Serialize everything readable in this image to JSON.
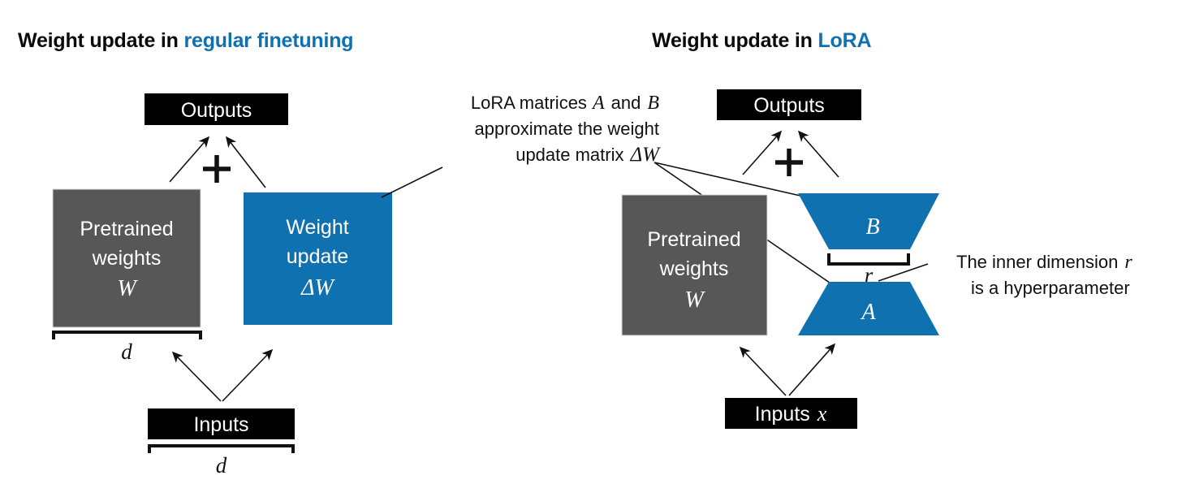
{
  "page": {
    "background": "#ffffff",
    "accent_blue": "#1071b0",
    "gray": "#575757",
    "black": "#000000",
    "white": "#ffffff"
  },
  "left_panel": {
    "title_prefix": "Weight update in ",
    "title_accent": "regular finetuning",
    "outputs_box": {
      "label": "Outputs"
    },
    "operator": "+",
    "pretrained_box": {
      "line1": "Pretrained",
      "line2": "weights",
      "symbol": "W",
      "color": "#575757"
    },
    "update_box": {
      "line1": "Weight",
      "line2": "update",
      "symbol": "ΔW",
      "color": "#1071b0"
    },
    "inputs_box": {
      "label": "Inputs"
    },
    "brace_weights_label": "d",
    "brace_inputs_label": "d"
  },
  "center_annotation": {
    "line1": "LoRA matrices A and B",
    "line2": "approximate the weight",
    "line3": "update matrix ΔW",
    "line1_plain": "LoRA matrices",
    "line1_math_a": "A",
    "line1_and": "and",
    "line1_math_b": "B",
    "line3_plain": "update matrix",
    "line3_math": "ΔW"
  },
  "right_panel": {
    "title_prefix": "Weight update in ",
    "title_accent": "LoRA",
    "outputs_box": {
      "label": "Outputs"
    },
    "operator": "+",
    "pretrained_box": {
      "line1": "Pretrained",
      "line2": "weights",
      "symbol": "W",
      "color": "#575757"
    },
    "matrix_b": {
      "label": "B",
      "color": "#1071b0"
    },
    "matrix_a": {
      "label": "A",
      "color": "#1071b0"
    },
    "brace_rank_label": "r",
    "inputs_box": {
      "label_plain": "Inputs",
      "label_math": "x"
    }
  },
  "right_annotation": {
    "line1_plain": "The inner dimension",
    "line1_math": "r",
    "line2": "is a hyperparameter"
  }
}
